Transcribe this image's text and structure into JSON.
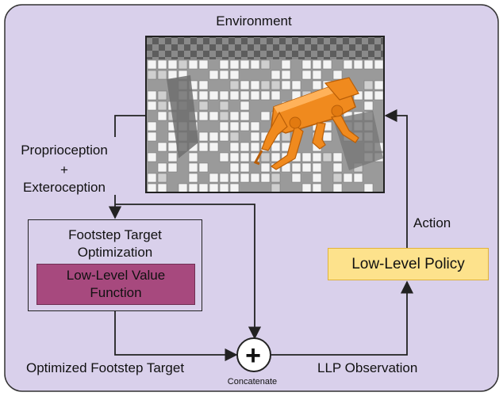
{
  "environment": {
    "title": "Environment"
  },
  "sensing": {
    "line1": "Proprioception",
    "line2": "+",
    "line3": "Exteroception"
  },
  "footstep_target_optimization": {
    "title_line1": "Footstep Target",
    "title_line2": "Optimization",
    "value_function_line1": "Low-Level Value",
    "value_function_line2": "Function"
  },
  "low_level_policy": {
    "label": "Low-Level Policy"
  },
  "edges": {
    "action": "Action",
    "optimized_footstep_target": "Optimized Footstep Target",
    "llp_observation": "LLP Observation",
    "concatenate": "Concatenate",
    "concat_symbol": "+"
  },
  "colors": {
    "background_panel": "#d9d0eb",
    "value_function_box": "#a7497e",
    "policy_box": "#fde28c",
    "robot": "#f08a1e"
  }
}
